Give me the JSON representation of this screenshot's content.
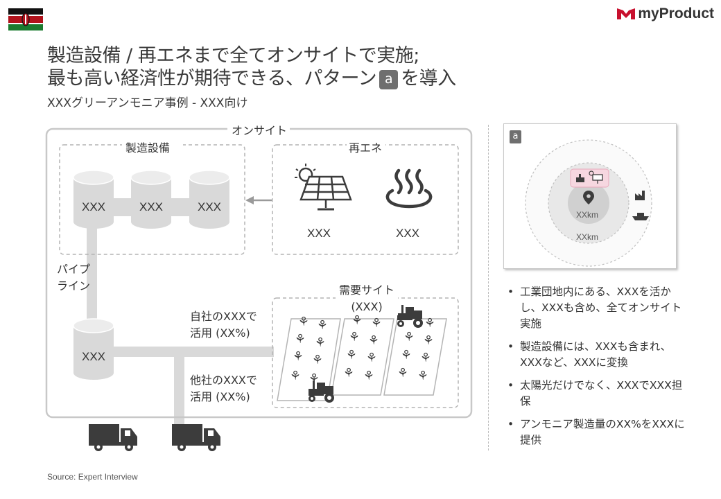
{
  "header": {
    "title_line1": "製造設備 / 再エネまで全てオンサイトで実施;",
    "title_line2_pre": "最も高い経済性が期待できる、パターン",
    "title_badge": "a",
    "title_line2_post": "を導入",
    "subtitle": "XXXグリーアンモニア事例  - XXX向け",
    "logo_text": "myProduct",
    "flag": "kenya-flag-icon"
  },
  "diagram": {
    "onsite_label": "オンサイト",
    "manufacturing_label": "製造設備",
    "renewable_label": "再エネ",
    "cylinders": [
      "XXX",
      "XXX",
      "XXX"
    ],
    "storage_label": "XXX",
    "pipeline_label_1": "パイプ",
    "pipeline_label_2": "ライン",
    "solar_label": "XXX",
    "hotspring_label": "XXX",
    "demand_label_1": "需要サイト",
    "demand_label_2": "(XXX)",
    "own_use_1": "自社のXXXで",
    "own_use_2": "活用 (XX%)",
    "other_use_1": "他社のXXXで",
    "other_use_2": "活用 (XX%)",
    "colors": {
      "frame": "#c8c8c8",
      "dashed": "#b4b4b4",
      "cylinder": "#d9d9d9",
      "icon": "#3c3c3c",
      "pink": "#f6d7e0"
    }
  },
  "inset": {
    "badge": "a",
    "inner_km": "XXkm",
    "outer_km": "XXkm"
  },
  "bullets": [
    "工業団地内にある、XXXを活かし、XXXも含め、全てオンサイト実施",
    "製造設備には、XXXも含まれ、XXXなど、XXXに変換",
    "太陽光だけでなく、XXXでXXX担保",
    "アンモニア製造量のXX%をXXXに提供"
  ],
  "source": "Source: Expert Interview"
}
